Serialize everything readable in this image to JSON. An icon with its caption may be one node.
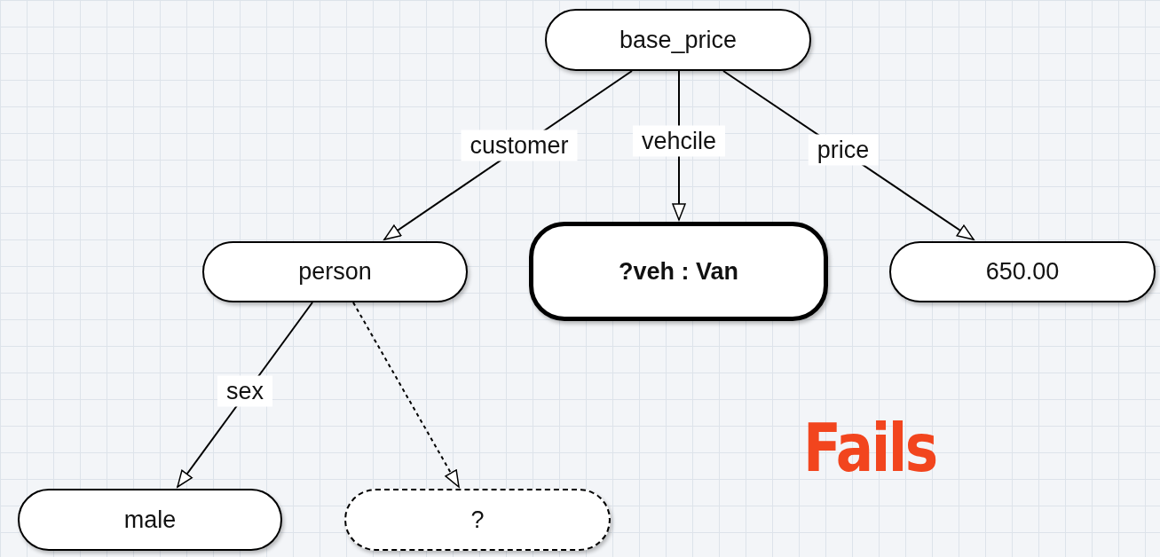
{
  "diagram": {
    "nodes": [
      {
        "text": [
          "base_price"
        ]
      },
      {
        "text": [
          "person"
        ]
      },
      {
        "text": [
          "?veh : Van"
        ]
      },
      {
        "text": [
          "650.00"
        ]
      },
      {
        "text": [
          "male"
        ]
      },
      {
        "text": [
          "?"
        ]
      }
    ],
    "edges": [
      {
        "from": 0,
        "to": 1,
        "arrow": "to",
        "label": "customer"
      },
      {
        "from": 0,
        "to": 2,
        "arrow": "to",
        "label": "vehcile"
      },
      {
        "from": 0,
        "to": 3,
        "arrow": "to",
        "label": "price"
      },
      {
        "from": 1,
        "to": 4,
        "arrow": "to",
        "label": "sex"
      },
      {
        "from": 1,
        "to": 5,
        "arrow": "to",
        "style": "dashed"
      }
    ],
    "labels": [
      "Fails"
    ]
  }
}
